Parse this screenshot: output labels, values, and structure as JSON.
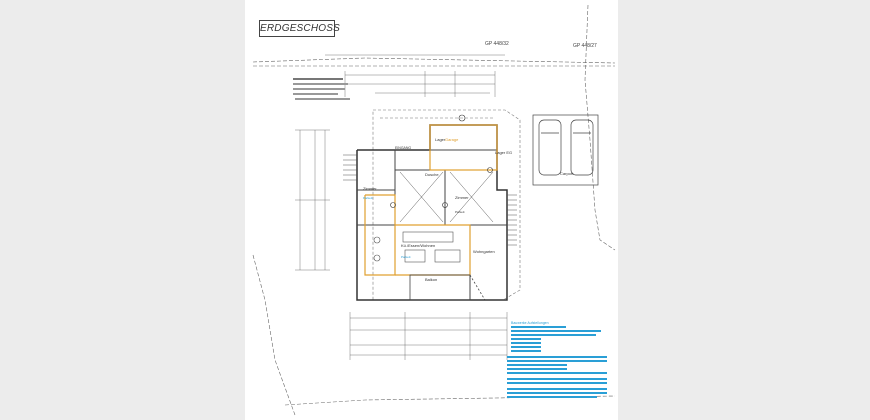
{
  "sheet": {
    "title": "ERDGESCHOSS",
    "parcels": [
      "GP 448/32",
      "GP 448/27"
    ]
  },
  "rooms": [
    {
      "id": "lager",
      "name": "Lager",
      "extra": "Garage"
    },
    {
      "id": "lager2",
      "name": "Lager EG"
    },
    {
      "id": "eingang",
      "name": "EINGANG"
    },
    {
      "id": "zimmer1",
      "name": "Zimmer",
      "floor": "Parkett"
    },
    {
      "id": "dusche",
      "name": "Dusche"
    },
    {
      "id": "zimmer2",
      "name": "Zimmer",
      "floor": "Parkett"
    },
    {
      "id": "essen",
      "name": "Kü./Essen/Wohnen",
      "floor": "Parkett"
    },
    {
      "id": "wohn",
      "name": "Wohngarten"
    },
    {
      "id": "balkon",
      "name": "Balkon"
    },
    {
      "id": "carport",
      "name": "Carport"
    }
  ],
  "legend": {
    "title": "Bauwerke Aufstellungen",
    "lines": [
      "A-Sockel",
      "A-Wände",
      "A-Decke",
      "A-Fenster",
      "A-Türen"
    ]
  },
  "colors": {
    "orange": "#e0a030",
    "cyan": "#2a9fd6",
    "line": "#555555"
  }
}
